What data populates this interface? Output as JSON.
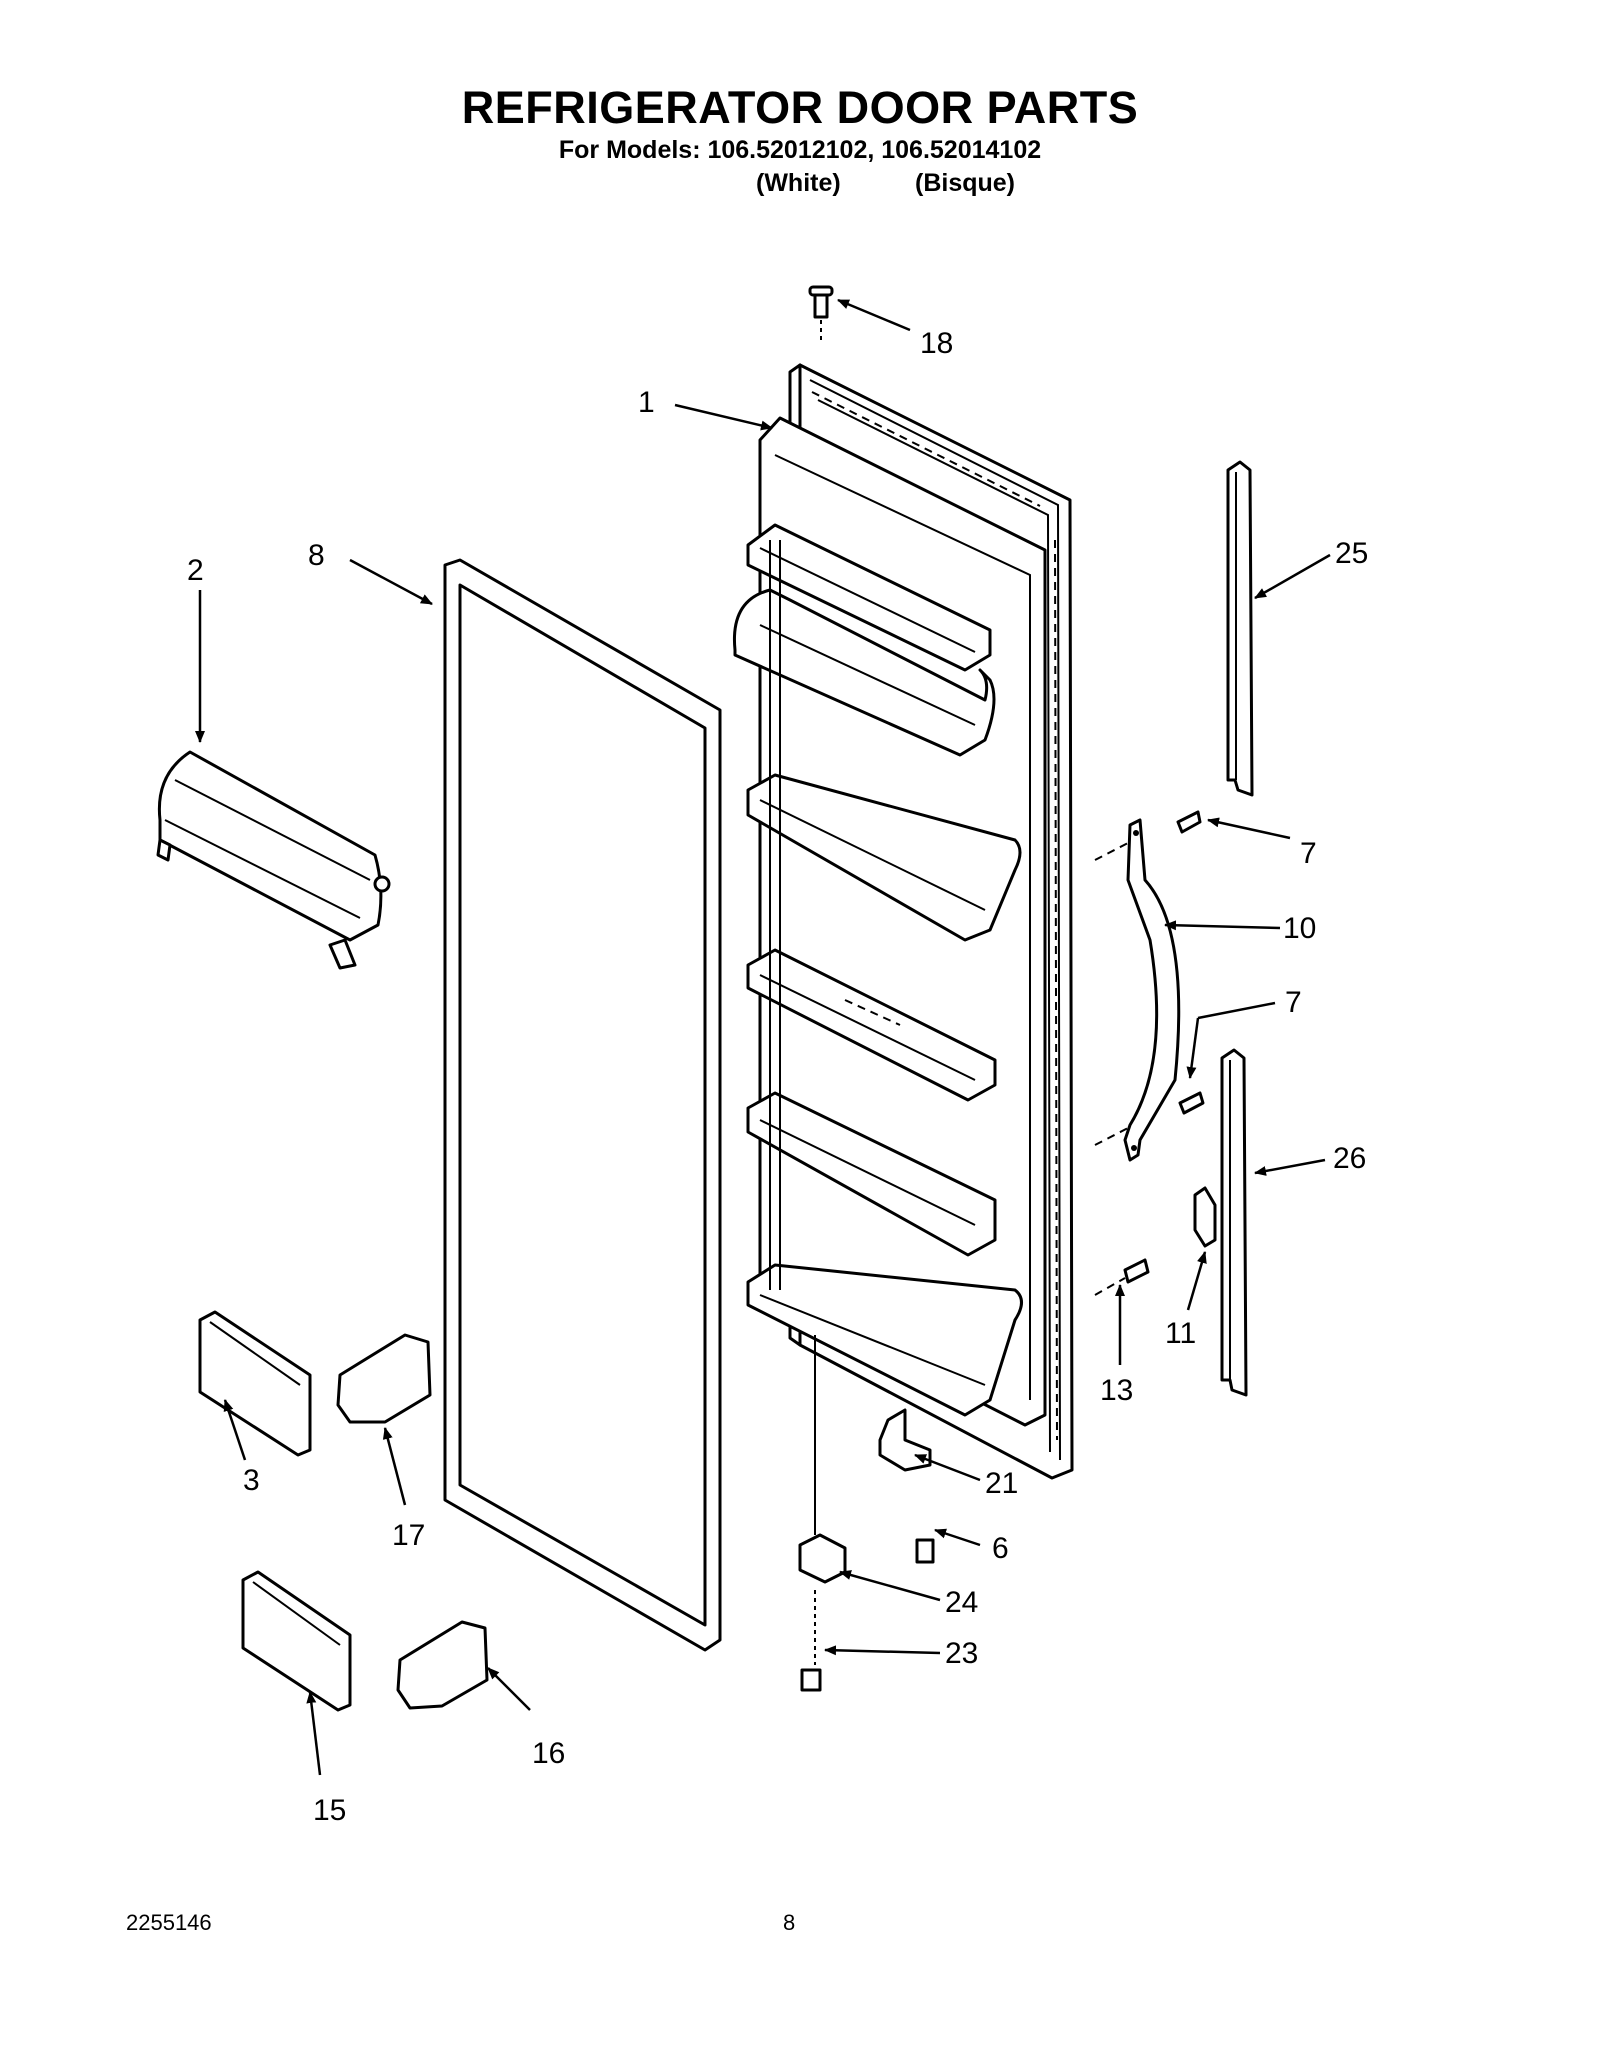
{
  "header": {
    "title": "REFRIGERATOR DOOR PARTS",
    "models_line": "For Models: 106.52012102, 106.52014102",
    "variant_white": "(White)",
    "variant_bisque": "(Bisque)"
  },
  "callouts": {
    "c1": "1",
    "c2": "2",
    "c3": "3",
    "c6": "6",
    "c7a": "7",
    "c7b": "7",
    "c8": "8",
    "c10": "10",
    "c11": "11",
    "c13": "13",
    "c15": "15",
    "c16": "16",
    "c17": "17",
    "c18": "18",
    "c21": "21",
    "c23": "23",
    "c24": "24",
    "c25": "25",
    "c26": "26"
  },
  "footer": {
    "doc_number": "2255146",
    "page_number": "8"
  }
}
